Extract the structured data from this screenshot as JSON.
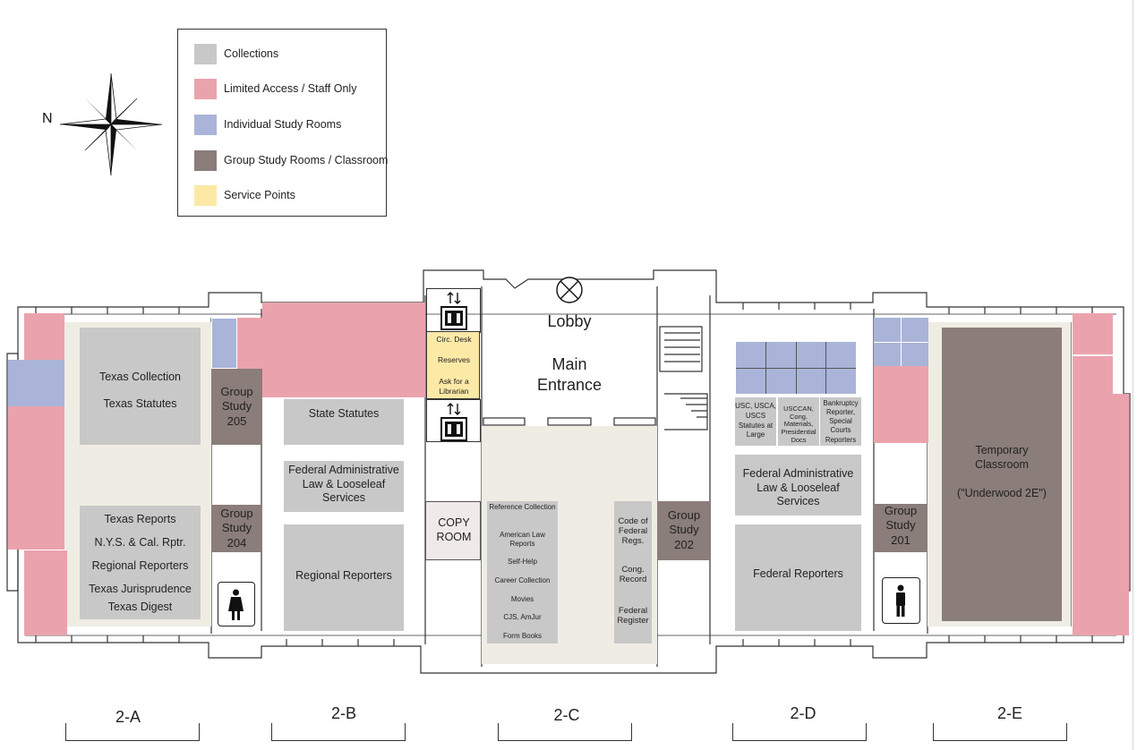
{
  "legend": {
    "items": [
      {
        "label": "Collections",
        "color": "#c8c8c8"
      },
      {
        "label": "Limited Access / Staff Only",
        "color": "#eaa3ad"
      },
      {
        "label": "Individual Study Rooms",
        "color": "#aab4d8"
      },
      {
        "label": "Group Study Rooms / Classroom",
        "color": "#8a7d7a"
      },
      {
        "label": "Service Points",
        "color": "#fde9a6"
      }
    ]
  },
  "compass": {
    "north_label": "N"
  },
  "rooms": {
    "texas_collection": [
      "Texas Collection",
      "Texas Statutes"
    ],
    "texas_reports": [
      "Texas Reports",
      "N.Y.S. & Cal. Rptr.",
      "Regional Reporters",
      "Texas Jurisprudence",
      "Texas Digest"
    ],
    "group_205": "Group Study 205",
    "group_204": "Group Study 204",
    "state_statutes": "State Statutes",
    "fed_admin_b": "Federal Administrative Law & Looseleaf Services",
    "regional_b": "Regional Reporters",
    "service_desk": [
      "Circ. Desk",
      "Reserves",
      "Ask for a Librarian"
    ],
    "copy_room": "COPY ROOM",
    "lobby": "Lobby",
    "main_entrance": "Main Entrance",
    "reference_list": [
      "Reference Collection",
      "American Law Reports",
      "Self-Help",
      "Career Collection",
      "Movies",
      "CJS, AmJur",
      "Form Books"
    ],
    "federal_list": [
      "Code of Federal Regs.",
      "Cong. Record",
      "Federal Register"
    ],
    "group_202": "Group Study 202",
    "usc": "USC, USCA, USCS Statutes at Large",
    "usccan": "USCCAN, Cong. Materials, Presidential Docs",
    "bankruptcy": "Bankruptcy Reporter, Special Courts Reporters",
    "fed_admin_d": "Federal Administrative Law & Looseleaf Services",
    "federal_reporters": "Federal Reporters",
    "group_201": "Group Study 201",
    "temp_classroom": "Temporary Classroom",
    "underwood": "(\"Underwood 2E\")"
  },
  "icons": {
    "elevator_up": "elevator-icon",
    "elevator_down": "elevator-icon",
    "restroom_women": "women-restroom-icon",
    "restroom_men": "men-restroom-icon",
    "entrance": "entrance-marker-icon"
  },
  "sections": [
    "2-A",
    "2-B",
    "2-C",
    "2-D",
    "2-E"
  ]
}
